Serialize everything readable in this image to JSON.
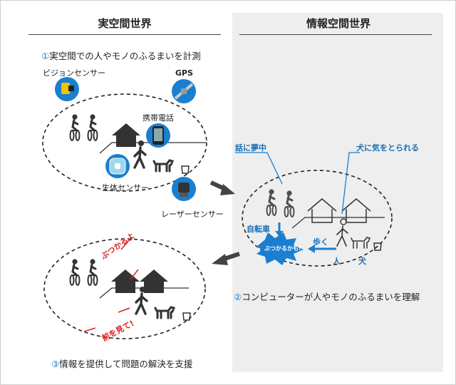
{
  "headers": {
    "real": "実空間世界",
    "info": "情報空間世界"
  },
  "steps": {
    "s1": {
      "num": "①",
      "text": "実空間での人やモノのふるまいを計測"
    },
    "s2": {
      "num": "②",
      "text": "コンピューターが人やモノのふるまいを理解"
    },
    "s3": {
      "num": "③",
      "text": "情報を提供して問題の解決を支援"
    }
  },
  "labels": {
    "vision_sensor": "ビジョンセンサー",
    "gps": "GPS",
    "mobile": "携帯電話",
    "bio_sensor": "生体センサー",
    "laser_sensor": "レーザーセンサー",
    "distracted": "話に夢中",
    "dog_alert": "犬に気をとられる",
    "bicycle": "自転車",
    "walk": "歩く",
    "person": "人",
    "dog": "犬",
    "collision": "ぶつかるかも!",
    "warn_collide": "ぶつかるよ",
    "warn_front": "前を見て!"
  },
  "colors": {
    "blue": "#1a7fd0",
    "red": "#e02020",
    "dark": "#333333",
    "panel": "#eeeeee"
  }
}
